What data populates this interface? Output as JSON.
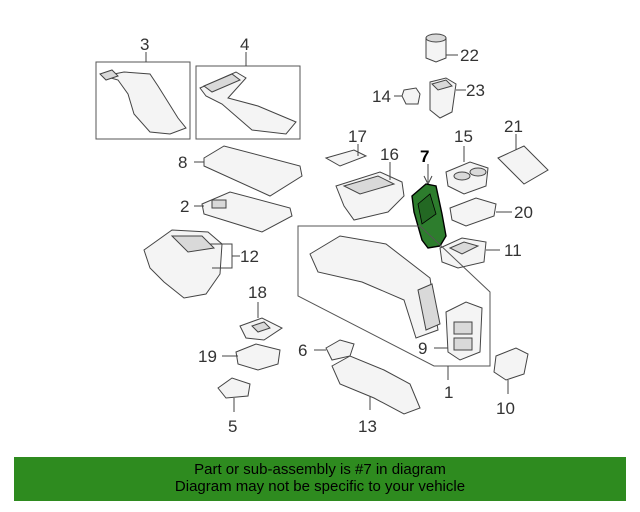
{
  "banner": {
    "line1": "Part or sub-assembly is #7 in diagram",
    "line2": "Diagram may not be specific to your vehicle"
  },
  "colors": {
    "highlight_part": "#2d7d2d",
    "banner_background": "#2e8b1f"
  },
  "highlighted_part": "7",
  "callouts": {
    "c1": "1",
    "c2": "2",
    "c3": "3",
    "c4": "4",
    "c5": "5",
    "c6": "6",
    "c7": "7",
    "c8": "8",
    "c9": "9",
    "c10": "10",
    "c11": "11",
    "c12": "12",
    "c13": "13",
    "c14": "14",
    "c15": "15",
    "c16": "16",
    "c17": "17",
    "c18": "18",
    "c19": "19",
    "c20": "20",
    "c21": "21",
    "c22": "22",
    "c23": "23"
  }
}
